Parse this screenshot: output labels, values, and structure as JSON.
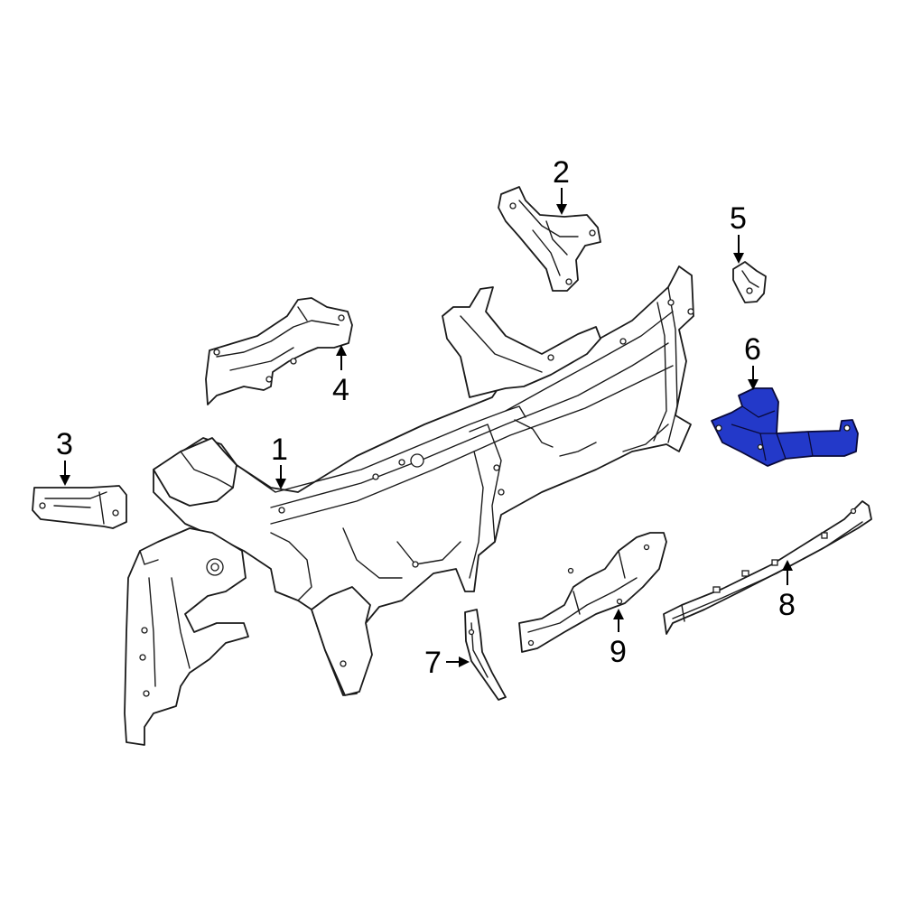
{
  "diagram": {
    "highlight_color": "#2339c9",
    "callouts": [
      {
        "id": "1",
        "label": "1"
      },
      {
        "id": "2",
        "label": "2"
      },
      {
        "id": "3",
        "label": "3"
      },
      {
        "id": "4",
        "label": "4"
      },
      {
        "id": "5",
        "label": "5"
      },
      {
        "id": "6",
        "label": "6",
        "highlighted": true
      },
      {
        "id": "7",
        "label": "7"
      },
      {
        "id": "8",
        "label": "8"
      },
      {
        "id": "9",
        "label": "9"
      }
    ]
  }
}
